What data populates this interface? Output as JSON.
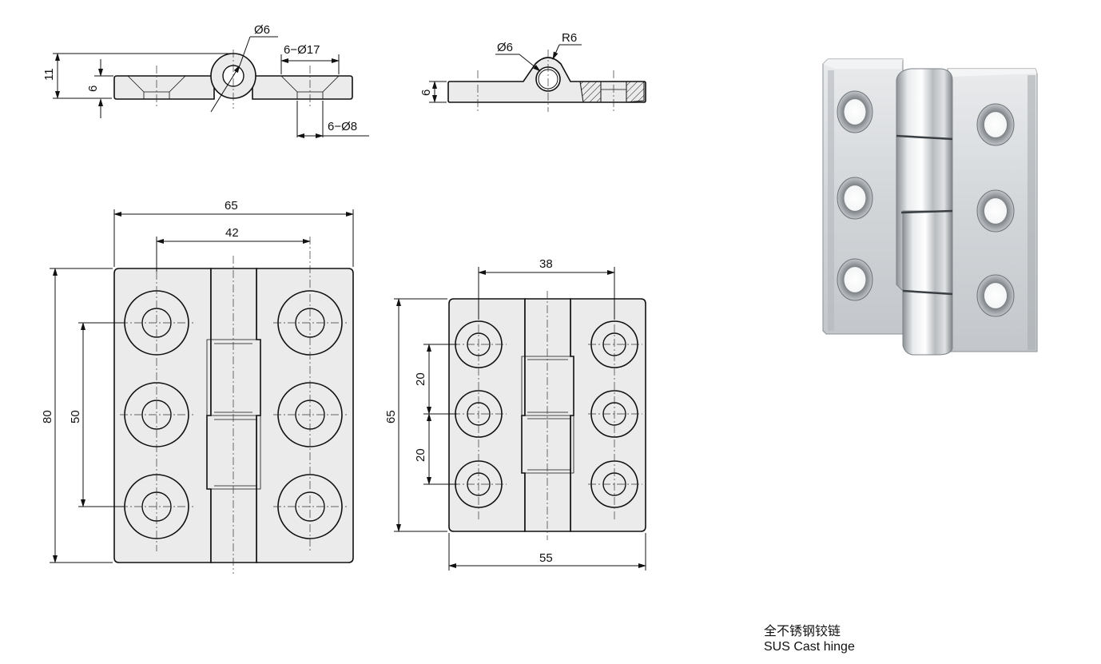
{
  "top_views": {
    "left": {
      "hole_dia": "Ø6",
      "csk_spec": "6−Ø17",
      "hole_spec": "6−Ø8",
      "height_total": "11",
      "thickness": "6"
    },
    "right": {
      "hole_dia": "Ø6",
      "radius": "R6",
      "thickness": "6"
    }
  },
  "front_view_large": {
    "width": "65",
    "hole_span_x": "42",
    "height": "80",
    "hole_span_y": "50"
  },
  "front_view_small": {
    "hole_span_x": "38",
    "height": "65",
    "pitch_upper": "20",
    "pitch_lower": "20",
    "width": "55"
  },
  "photo": {
    "subject": "stainless steel hinge photo"
  },
  "caption": {
    "line_cn": "全不锈钢铰链",
    "line_en": "SUS Cast hinge"
  }
}
